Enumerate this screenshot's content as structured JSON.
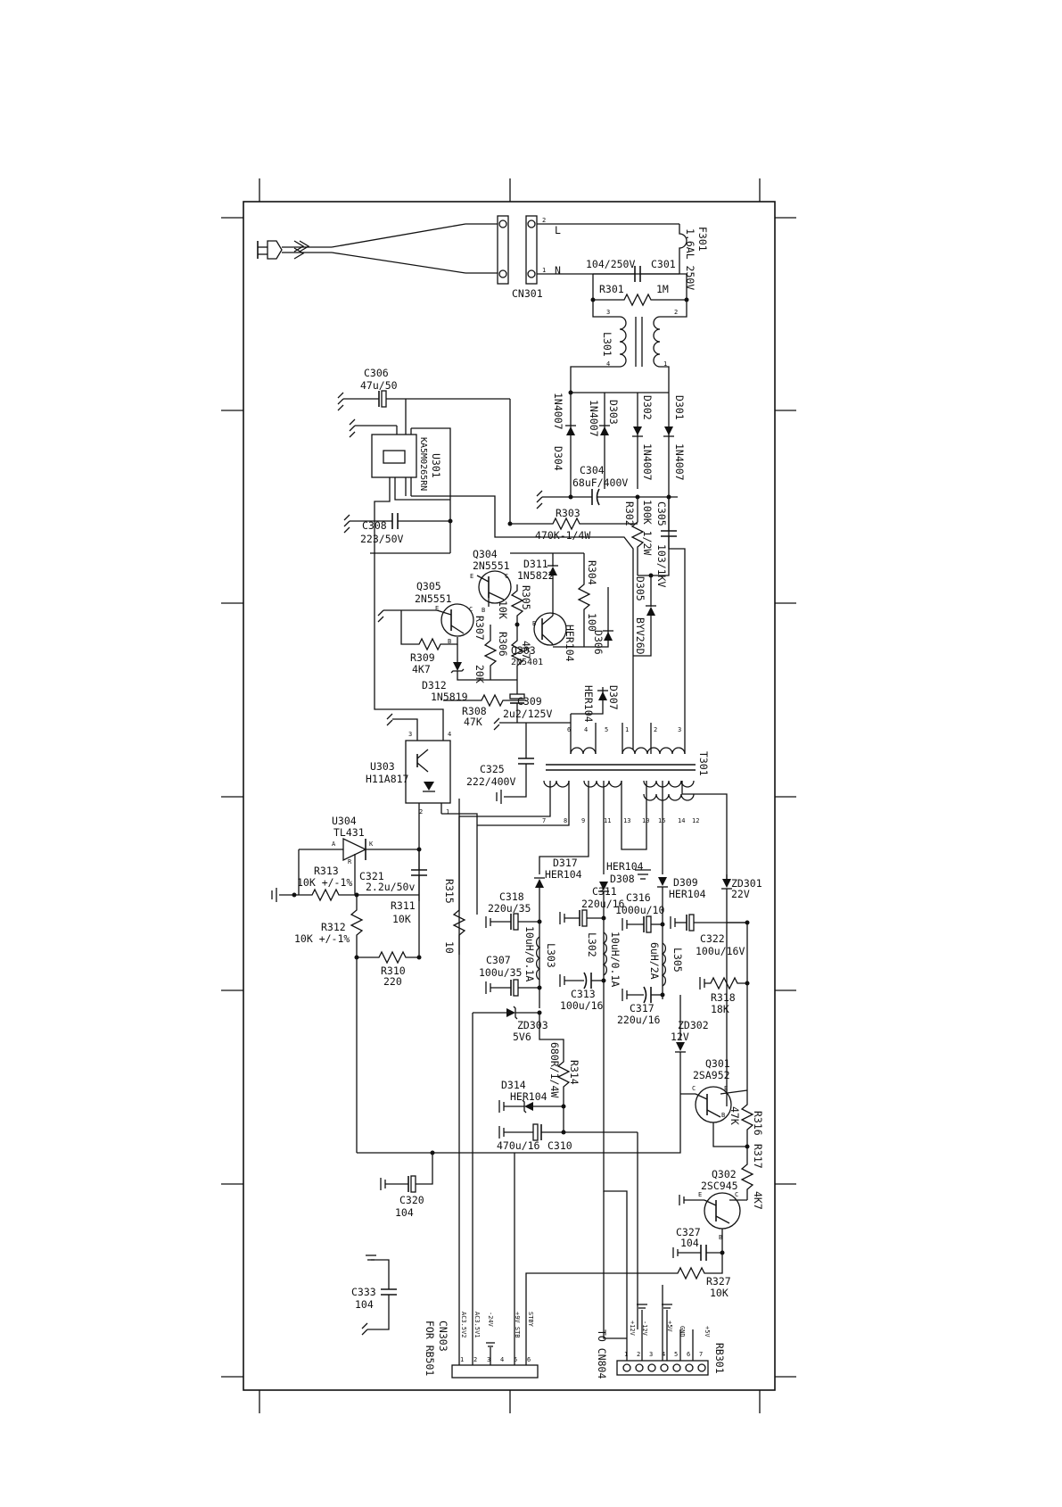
{
  "schematic": {
    "connectors": {
      "cn301": "CN301",
      "cn301_pin_l": "L",
      "cn301_pin_n": "N",
      "cn303": "CN303",
      "cn303_target": "FOR RB501",
      "cn303_pins": [
        "AC3.5V2",
        "AC3.5V1",
        "-24V",
        "+9V STB",
        "STBY"
      ],
      "rb301": "RB301",
      "rb301_target": "TO CN804",
      "rb301_pins": [
        "+12V",
        "-12V",
        "+5V",
        "GND",
        "+5V"
      ]
    },
    "fuse": {
      "ref": "F301",
      "value": "1.6AL 250V"
    },
    "transformers": {
      "l301": "L301",
      "t301": "T301"
    },
    "ic": {
      "u301": "U301",
      "u301_part": "KA5M0265RN",
      "u303": "U303",
      "u303_part": "H11A817",
      "u304": "U304",
      "u304_part": "TL431"
    },
    "capacitors": [
      {
        "ref": "C301",
        "value": "104/250V"
      },
      {
        "ref": "C304",
        "value": "68uF/400V"
      },
      {
        "ref": "C305",
        "value": "103/1KV"
      },
      {
        "ref": "C306",
        "value": "47u/50"
      },
      {
        "ref": "C307",
        "value": "100u/35"
      },
      {
        "ref": "C308",
        "value": "223/50V"
      },
      {
        "ref": "C309",
        "value": "2u2/125V"
      },
      {
        "ref": "C310",
        "value": "470u/16"
      },
      {
        "ref": "C311",
        "value": "220u/16"
      },
      {
        "ref": "C313",
        "value": "100u/16"
      },
      {
        "ref": "C316",
        "value": "1000u/10"
      },
      {
        "ref": "C317",
        "value": "220u/16"
      },
      {
        "ref": "C318",
        "value": "220u/35"
      },
      {
        "ref": "C320",
        "value": "104"
      },
      {
        "ref": "C321",
        "value": "2.2u/50v"
      },
      {
        "ref": "C322",
        "value": "100u/16V"
      },
      {
        "ref": "C325",
        "value": "222/400V"
      },
      {
        "ref": "C327",
        "value": "104"
      },
      {
        "ref": "C333",
        "value": "104"
      }
    ],
    "resistors": [
      {
        "ref": "R301",
        "value": "1M"
      },
      {
        "ref": "R302",
        "value": "100K 1/2W"
      },
      {
        "ref": "R303",
        "value": "470K-1/4W"
      },
      {
        "ref": "R304",
        "value": "100"
      },
      {
        "ref": "R305",
        "value": "10K"
      },
      {
        "ref": "R306",
        "value": "4K7"
      },
      {
        "ref": "R307",
        "value": "20K"
      },
      {
        "ref": "R308",
        "value": "47K"
      },
      {
        "ref": "R309",
        "value": "4K7"
      },
      {
        "ref": "R310",
        "value": "220"
      },
      {
        "ref": "R311",
        "value": "10K"
      },
      {
        "ref": "R312",
        "value": "10K +/-1%"
      },
      {
        "ref": "R313",
        "value": "10K +/-1%"
      },
      {
        "ref": "R314",
        "value": "680R/1/4W"
      },
      {
        "ref": "R315",
        "value": "10"
      },
      {
        "ref": "R316",
        "value": "47K"
      },
      {
        "ref": "R317",
        "value": "4K7"
      },
      {
        "ref": "R318",
        "value": "18K"
      },
      {
        "ref": "R327",
        "value": "10K"
      }
    ],
    "diodes": [
      {
        "ref": "D301",
        "value": "1N4007"
      },
      {
        "ref": "D302",
        "value": "1N4007"
      },
      {
        "ref": "D303",
        "value": "1N4007"
      },
      {
        "ref": "D304",
        "value": "1N4007"
      },
      {
        "ref": "D305",
        "value": "BYV26D"
      },
      {
        "ref": "D306",
        "value": "HER104"
      },
      {
        "ref": "D307",
        "value": "HER104"
      },
      {
        "ref": "D308",
        "value": "HER104"
      },
      {
        "ref": "D309",
        "value": "HER104"
      },
      {
        "ref": "D311",
        "value": "1N5822"
      },
      {
        "ref": "D312",
        "value": "1N5819"
      },
      {
        "ref": "D314",
        "value": "HER104"
      },
      {
        "ref": "D317",
        "value": "HER104"
      },
      {
        "ref": "ZD301",
        "value": "22V"
      },
      {
        "ref": "ZD302",
        "value": "12V"
      },
      {
        "ref": "ZD303",
        "value": "5V6"
      }
    ],
    "transistors": [
      {
        "ref": "Q301",
        "value": "2SA952"
      },
      {
        "ref": "Q302",
        "value": "2SC945"
      },
      {
        "ref": "Q303",
        "value": "2N5401"
      },
      {
        "ref": "Q304",
        "value": "2N5551"
      },
      {
        "ref": "Q305",
        "value": "2N5551"
      }
    ],
    "inductors": [
      {
        "ref": "L302",
        "value": "10uH/0.1A"
      },
      {
        "ref": "L303",
        "value": "10uH/0.1A"
      },
      {
        "ref": "L305",
        "value": "6uH/2A"
      }
    ]
  }
}
